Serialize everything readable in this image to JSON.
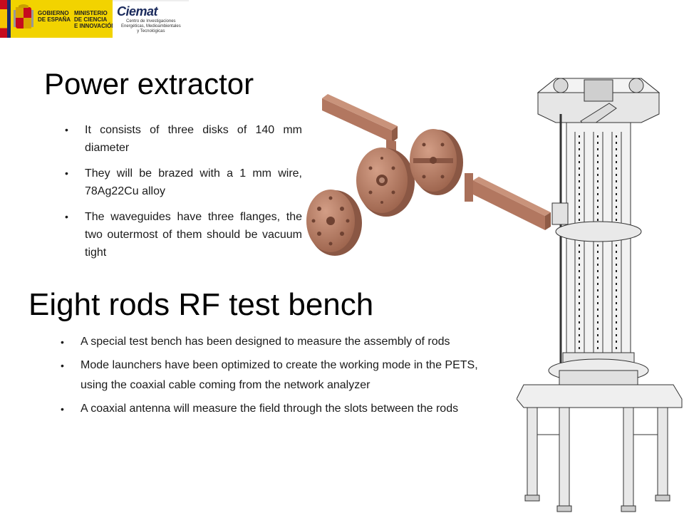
{
  "header": {
    "gov_text": "GOBIERNO\nDE ESPAÑA",
    "ministry_text": "MINISTERIO\nDE CIENCIA\nE INNOVACIÓN",
    "ciemat_name": "Ciemat",
    "ciemat_subtitle": "Centro de Investigaciones\nEnergéticas, Medioambientales\ny Tecnológicas"
  },
  "section1": {
    "title": "Power extractor",
    "bullets": [
      "It consists of three disks of 140 mm diameter",
      "They will be brazed with a 1 mm wire, 78Ag22Cu alloy",
      "The waveguides have three flanges, the two outermost of them should be vacuum tight"
    ]
  },
  "section2": {
    "title": "Eight rods RF test bench",
    "bullets": [
      "A special test bench has been designed to measure the assembly of rods",
      "Mode launchers have been optimized to create the working mode in the PETS, using the coaxial cable coming from the network analyzer",
      "A coaxial antenna will measure the field through the slots between the rods"
    ]
  },
  "colors": {
    "copper": "#b77c63",
    "copper_dark": "#8a5744",
    "gov_yellow": "#f2d300",
    "ciemat_blue": "#1a2a5c"
  }
}
